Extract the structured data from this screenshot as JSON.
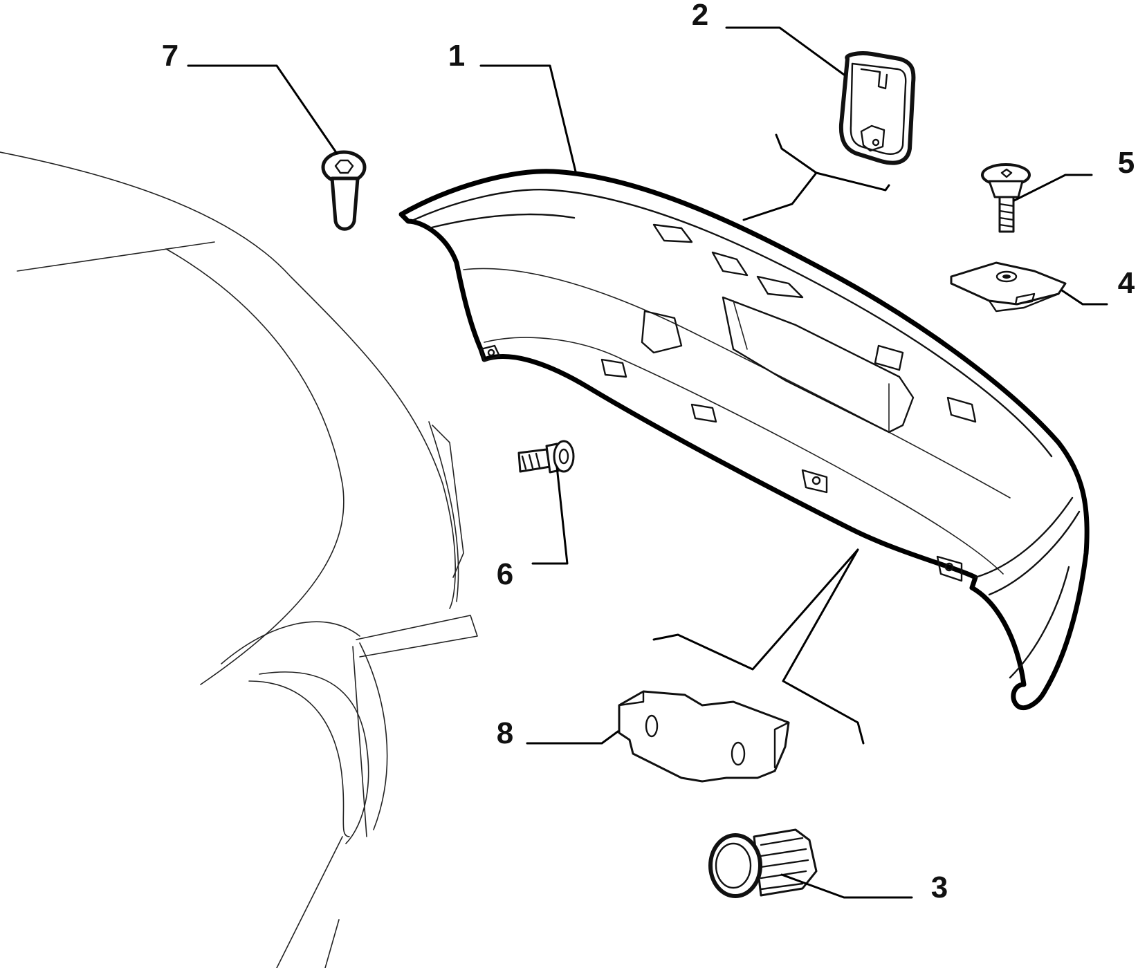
{
  "callouts": [
    {
      "id": "1",
      "label": "1"
    },
    {
      "id": "2",
      "label": "2"
    },
    {
      "id": "3",
      "label": "3"
    },
    {
      "id": "4",
      "label": "4"
    },
    {
      "id": "5",
      "label": "5"
    },
    {
      "id": "6",
      "label": "6"
    },
    {
      "id": "7",
      "label": "7"
    },
    {
      "id": "8",
      "label": "8"
    }
  ],
  "parts": [
    {
      "callout": "1",
      "icon": "rear-bumper-icon"
    },
    {
      "callout": "2",
      "icon": "towing-eye-cover-icon"
    },
    {
      "callout": "3",
      "icon": "threaded-plug-icon"
    },
    {
      "callout": "4",
      "icon": "clip-nut-icon"
    },
    {
      "callout": "5",
      "icon": "flange-screw-icon"
    },
    {
      "callout": "6",
      "icon": "small-screw-icon"
    },
    {
      "callout": "7",
      "icon": "torx-bolt-icon"
    },
    {
      "callout": "8",
      "icon": "bumper-bracket-icon"
    }
  ]
}
